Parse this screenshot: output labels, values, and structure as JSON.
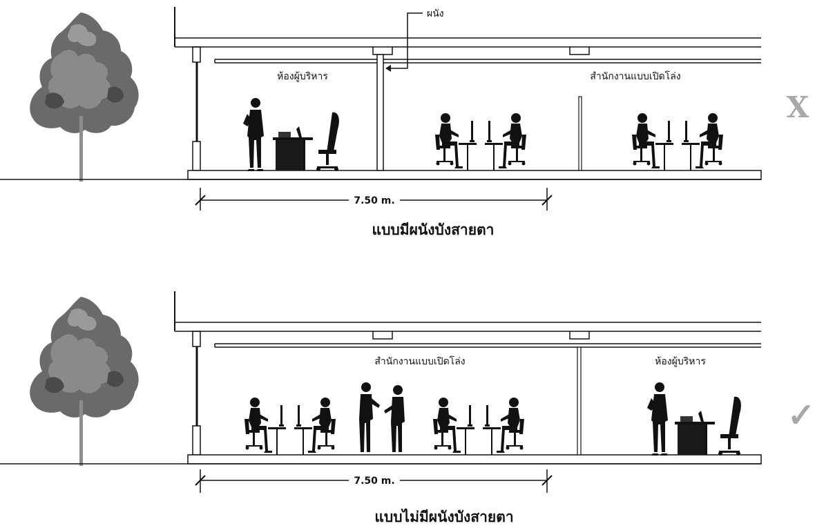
{
  "section_top": {
    "wall_label": "ผนัง",
    "room_left_label": "ห้องผู้บริหาร",
    "room_right_label": "สำนักงานแบบเปิดโล่ง",
    "dimension": "7.50 m.",
    "caption": "แบบมีผนังบังสายตา",
    "verdict_mark": "X"
  },
  "section_bottom": {
    "room_left_label": "สำนักงานแบบเปิดโล่ง",
    "room_right_label": "ห้องผู้บริหาร",
    "dimension": "7.50 m.",
    "caption": "แบบไม่มีผนังบังสายตา",
    "verdict_mark": "✓"
  },
  "colors": {
    "ink": "#111111",
    "mark": "#a8a8a8",
    "tree": "#5a5a5a"
  }
}
